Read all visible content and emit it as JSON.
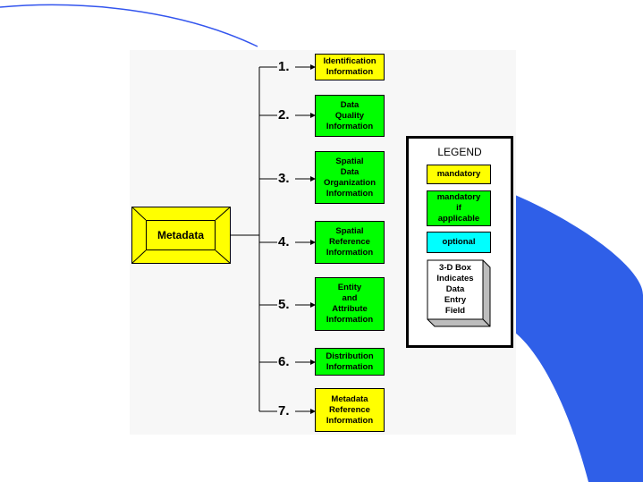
{
  "diagram": {
    "root": {
      "label": "Metadata"
    },
    "sections": [
      {
        "number": "1.",
        "label": "Identification\nInformation",
        "status": "mandatory"
      },
      {
        "number": "2.",
        "label": "Data\nQuality\nInformation",
        "status": "mandatory if applicable"
      },
      {
        "number": "3.",
        "label": "Spatial\nData\nOrganization\nInformation",
        "status": "mandatory if applicable"
      },
      {
        "number": "4.",
        "label": "Spatial\nReference\nInformation",
        "status": "mandatory if applicable"
      },
      {
        "number": "5.",
        "label": "Entity\nand\nAttribute\nInformation",
        "status": "mandatory if applicable"
      },
      {
        "number": "6.",
        "label": "Distribution\nInformation",
        "status": "mandatory if applicable"
      },
      {
        "number": "7.",
        "label": "Metadata\nReference\nInformation",
        "status": "mandatory"
      }
    ],
    "legend": {
      "title": "LEGEND",
      "mandatory": "mandatory",
      "mandatory_if_applicable": "mandatory\nif\napplicable",
      "optional": "optional",
      "box_3d": "3-D Box\nIndicates\nData\nEntry\nField"
    }
  },
  "colors": {
    "mandatory": "#ffff00",
    "mandatory_if_applicable": "#00ff00",
    "optional": "#00ffff",
    "accent_blue": "#2f5fe8"
  }
}
